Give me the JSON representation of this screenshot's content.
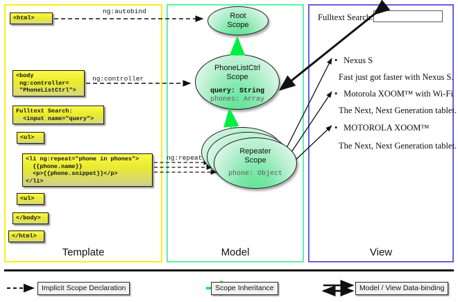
{
  "columns": {
    "template": {
      "label": "Template",
      "accent": "#f5f013"
    },
    "model": {
      "label": "Model",
      "accent": "#5ef0a8"
    },
    "view": {
      "label": "View",
      "accent": "#6a5de0"
    }
  },
  "template_boxes": [
    {
      "name": "html-open",
      "text": "<html>"
    },
    {
      "name": "body-controller",
      "text": "<body\n ng:controller=\n \"PhoneListCtrl\">"
    },
    {
      "name": "fulltext-search",
      "text": "Fulltext Search:\n  <input name=\"query\">"
    },
    {
      "name": "ul-open",
      "text": "<ul>"
    },
    {
      "name": "li-repeat",
      "text": "<li ng:repeat=\"phone in phones\">\n  {{phone.name}}\n  <p>{{phone.snippet}}</p>\n</li>"
    },
    {
      "name": "ul-close",
      "text": "<ul>"
    },
    {
      "name": "body-close",
      "text": "</body>"
    },
    {
      "name": "html-close",
      "text": "</html>"
    }
  ],
  "connector_labels": {
    "autobind": "ng:autobind",
    "controller": "ng:controller",
    "repeat": "ng:repeat"
  },
  "scopes": {
    "root": {
      "title_line1": "Root",
      "title_line2": "Scope"
    },
    "phonelistctrl": {
      "title_line1": "PhoneListCtrl",
      "title_line2": "Scope",
      "prop_query": "query: String",
      "prop_phones": "phones: Array"
    },
    "repeater": {
      "title_line1": "Repeater",
      "title_line2": "Scope",
      "prop_phone": "phone: Object"
    }
  },
  "view": {
    "search_label": "Fulltext Search:",
    "search_value": "",
    "search_placeholder": "",
    "phones": [
      {
        "name": "Nexus S",
        "snippet": "Fast just got faster with Nexus S."
      },
      {
        "name": "Motorola XOOM™  with Wi-Fi",
        "snippet": "The Next, Next Generation tablet."
      },
      {
        "name": "MOTOROLA XOOM™",
        "snippet": "The Next, Next Generation tablet."
      }
    ]
  },
  "legend": [
    {
      "name": "implicit-scope-declaration",
      "label": "Implicit Scope Declaration",
      "arrow": "dashed-arrow-icon"
    },
    {
      "name": "scope-inheritance",
      "label": "Scope Inheritance",
      "arrow": "green-arrow-icon"
    },
    {
      "name": "model-view-data-binding",
      "label": "Model / View Data-binding",
      "arrow": "double-arrow-icon"
    }
  ],
  "colors": {
    "template_accent": "#f5f013",
    "model_accent": "#5ef0a8",
    "view_accent": "#6a5de0",
    "inheritance_green": "#00ee44",
    "code_yellow": "#ebeb2c",
    "scope_green": "#7fe8ac"
  }
}
